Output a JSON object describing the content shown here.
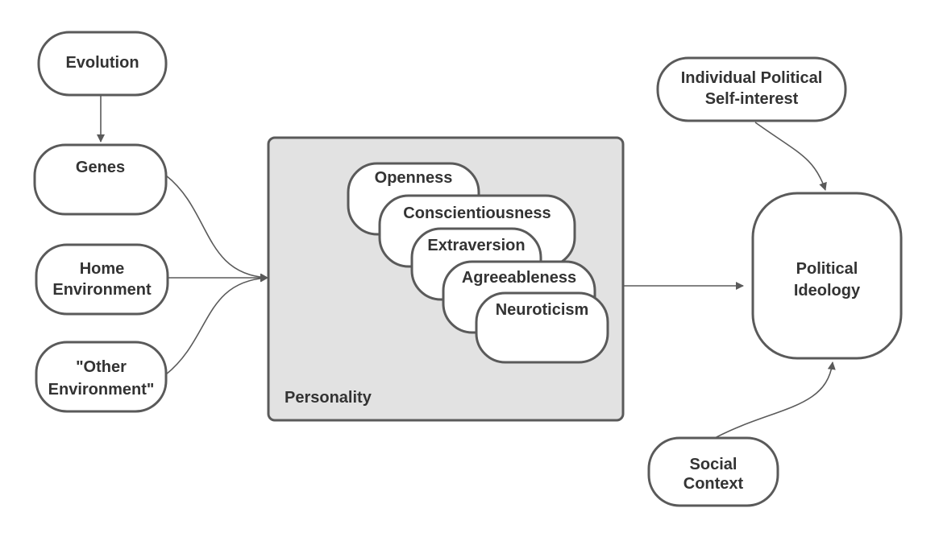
{
  "nodes": {
    "evolution": {
      "lines": [
        "Evolution"
      ]
    },
    "genes": {
      "lines": [
        "Genes"
      ]
    },
    "home_environment": {
      "lines": [
        "Home",
        "Environment"
      ]
    },
    "other_environment": {
      "lines": [
        "\"Other",
        "Environment\""
      ]
    },
    "self_interest": {
      "lines": [
        "Individual Political",
        "Self-interest"
      ]
    },
    "political_ideology": {
      "lines": [
        "Political",
        "Ideology"
      ]
    },
    "social_context": {
      "lines": [
        "Social",
        "Context"
      ]
    }
  },
  "personality": {
    "label": "Personality",
    "traits": [
      "Openness",
      "Conscientiousness",
      "Extraversion",
      "Agreeableness",
      "Neuroticism"
    ]
  },
  "colors": {
    "stroke": "#5a5a5a",
    "group_fill": "#e2e2e2",
    "text": "#333333"
  }
}
